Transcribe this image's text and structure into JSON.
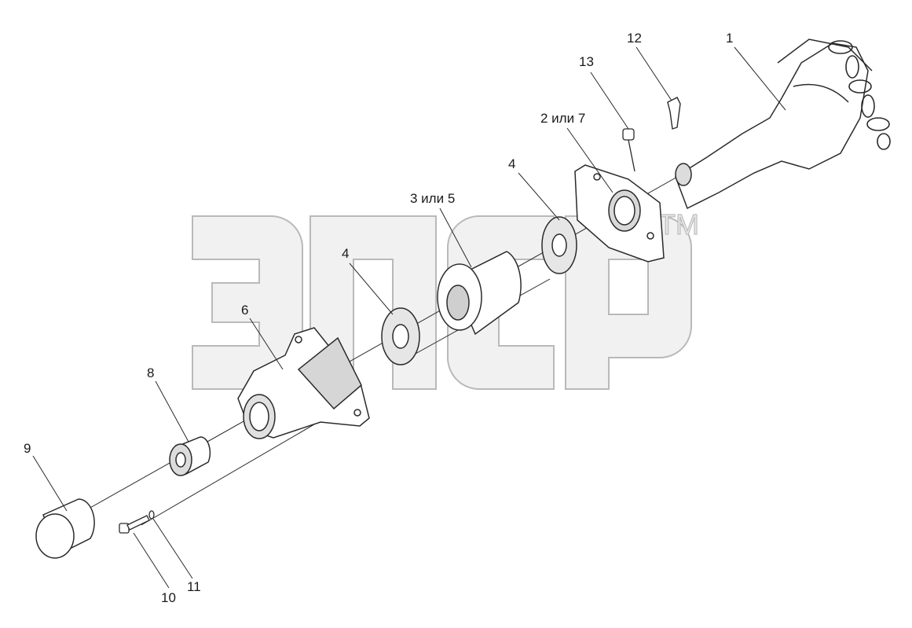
{
  "watermark": {
    "text": "ЭПСР",
    "tm": "TM"
  },
  "callouts": {
    "c1": "1",
    "c2_7": "2 или 7",
    "c3_5": "3 или 5",
    "c4a": "4",
    "c4b": "4",
    "c6": "6",
    "c8": "8",
    "c9": "9",
    "c10": "10",
    "c11": "11",
    "c12": "12",
    "c13": "13"
  },
  "colors": {
    "line": "#2a2a2a",
    "part_fill": "#ffffff",
    "shade": "#d6d6d6",
    "watermark_fill": "#eeeeee",
    "watermark_stroke": "#b8b8b8"
  }
}
